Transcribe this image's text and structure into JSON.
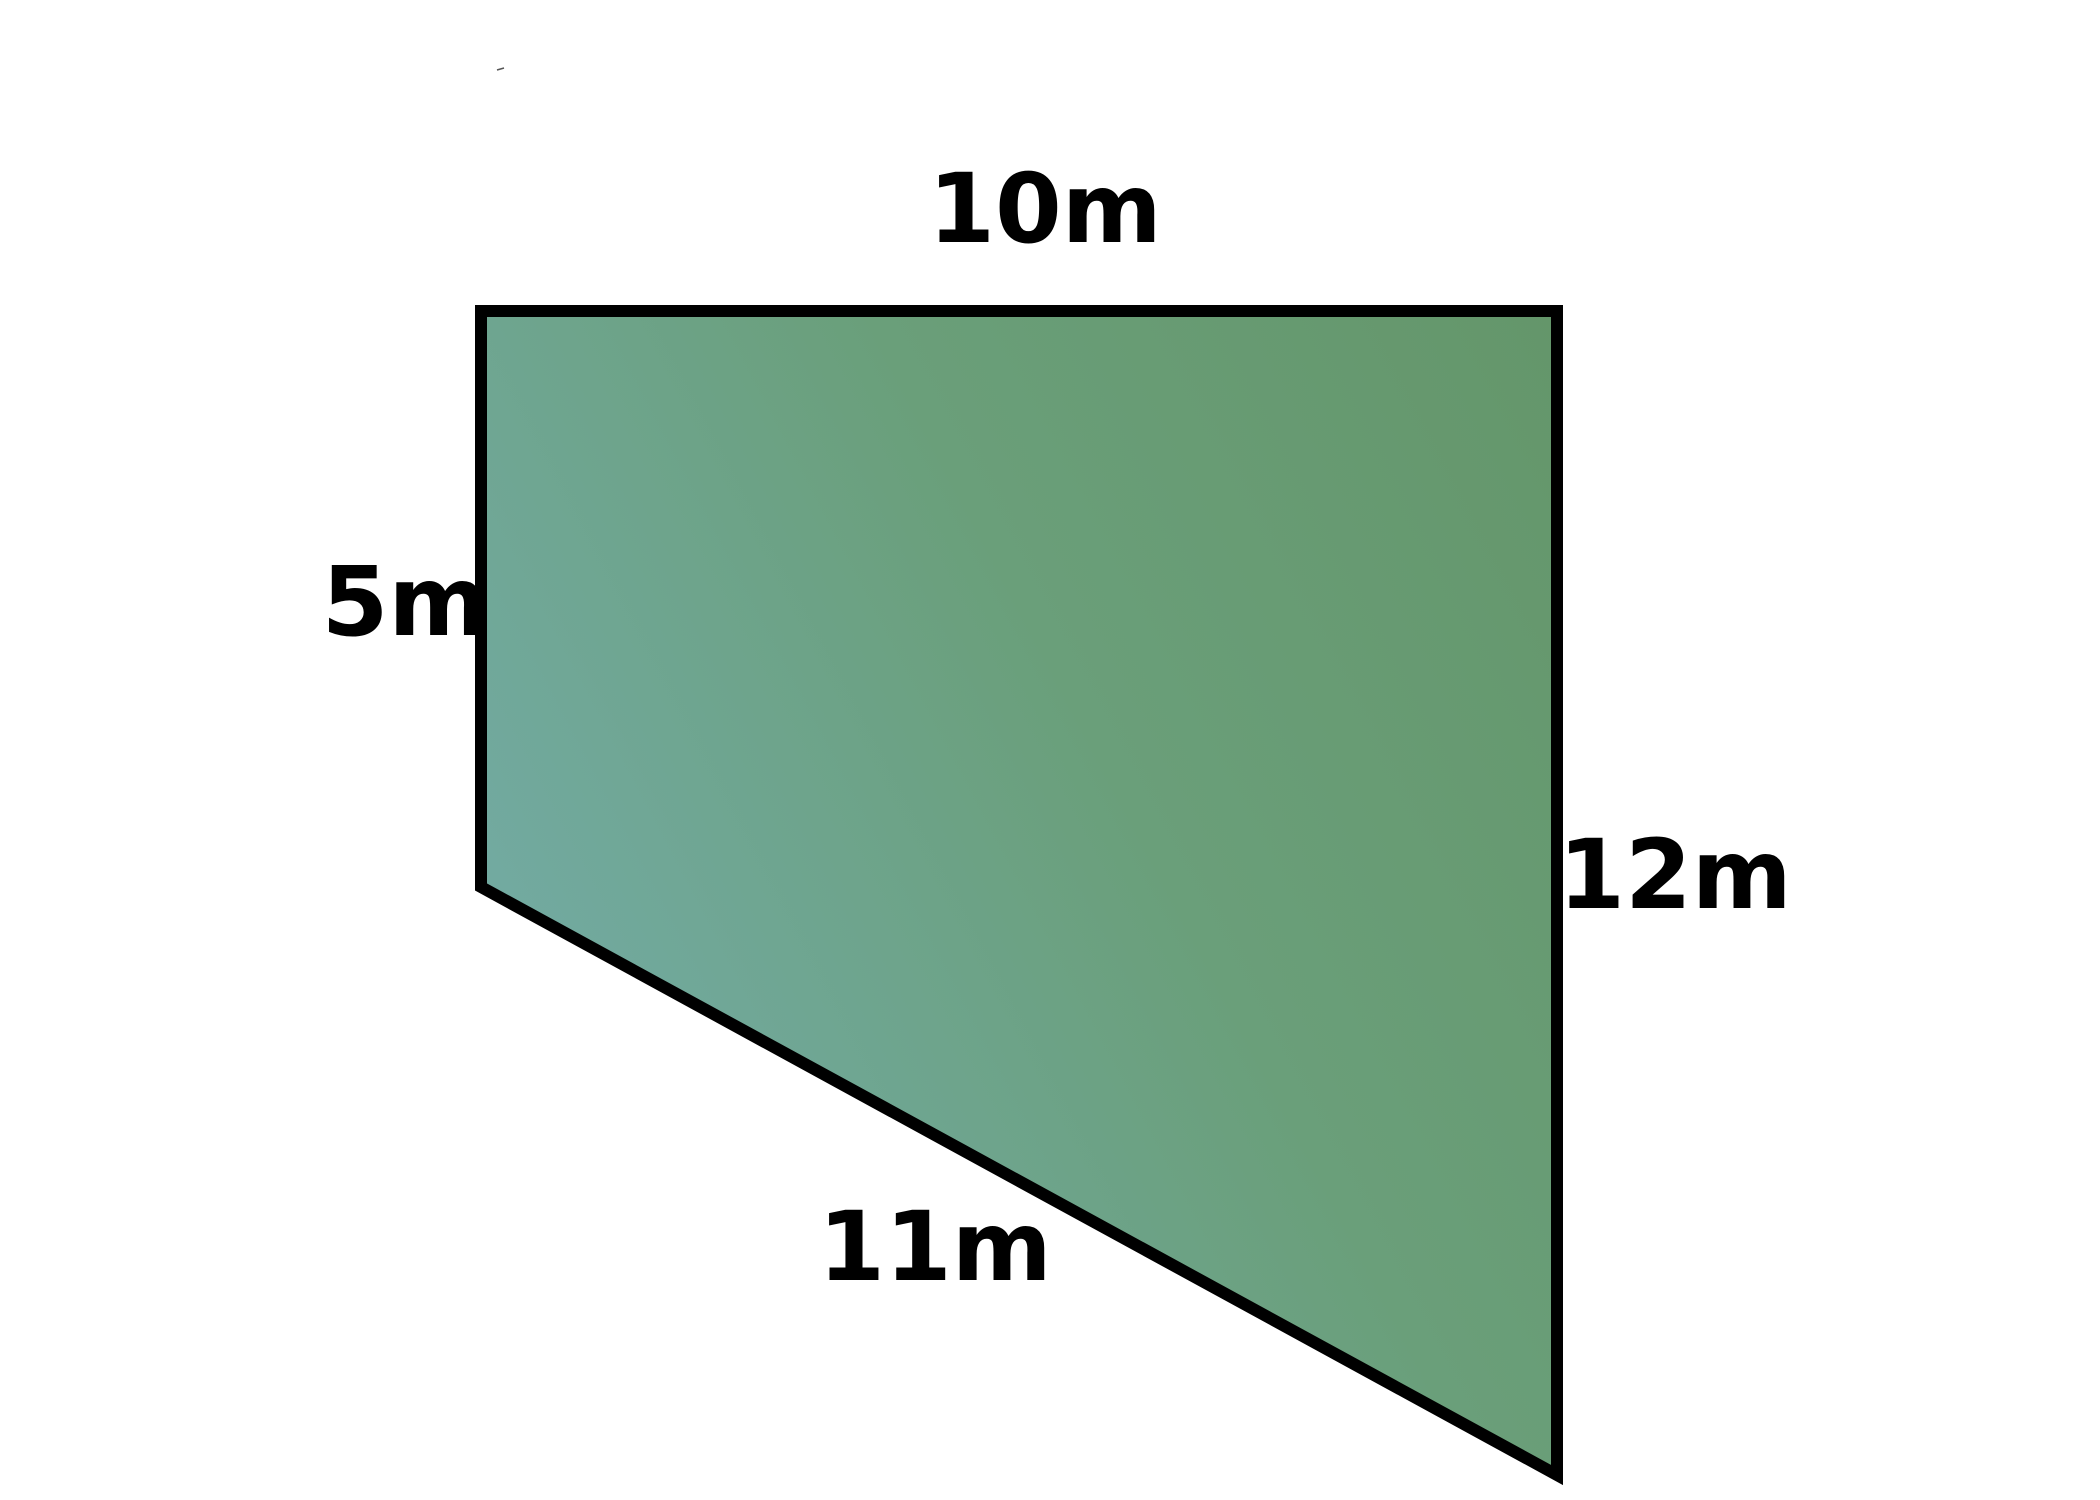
{
  "diagram": {
    "shape": "trapezoid",
    "fill_gradient": [
      "#72aaa1",
      "#6a9f7a",
      "#64966a"
    ],
    "stroke_color": "#000000",
    "sides": {
      "top": "10m",
      "left": "5m",
      "right": "12m",
      "bottom": "11m"
    }
  }
}
